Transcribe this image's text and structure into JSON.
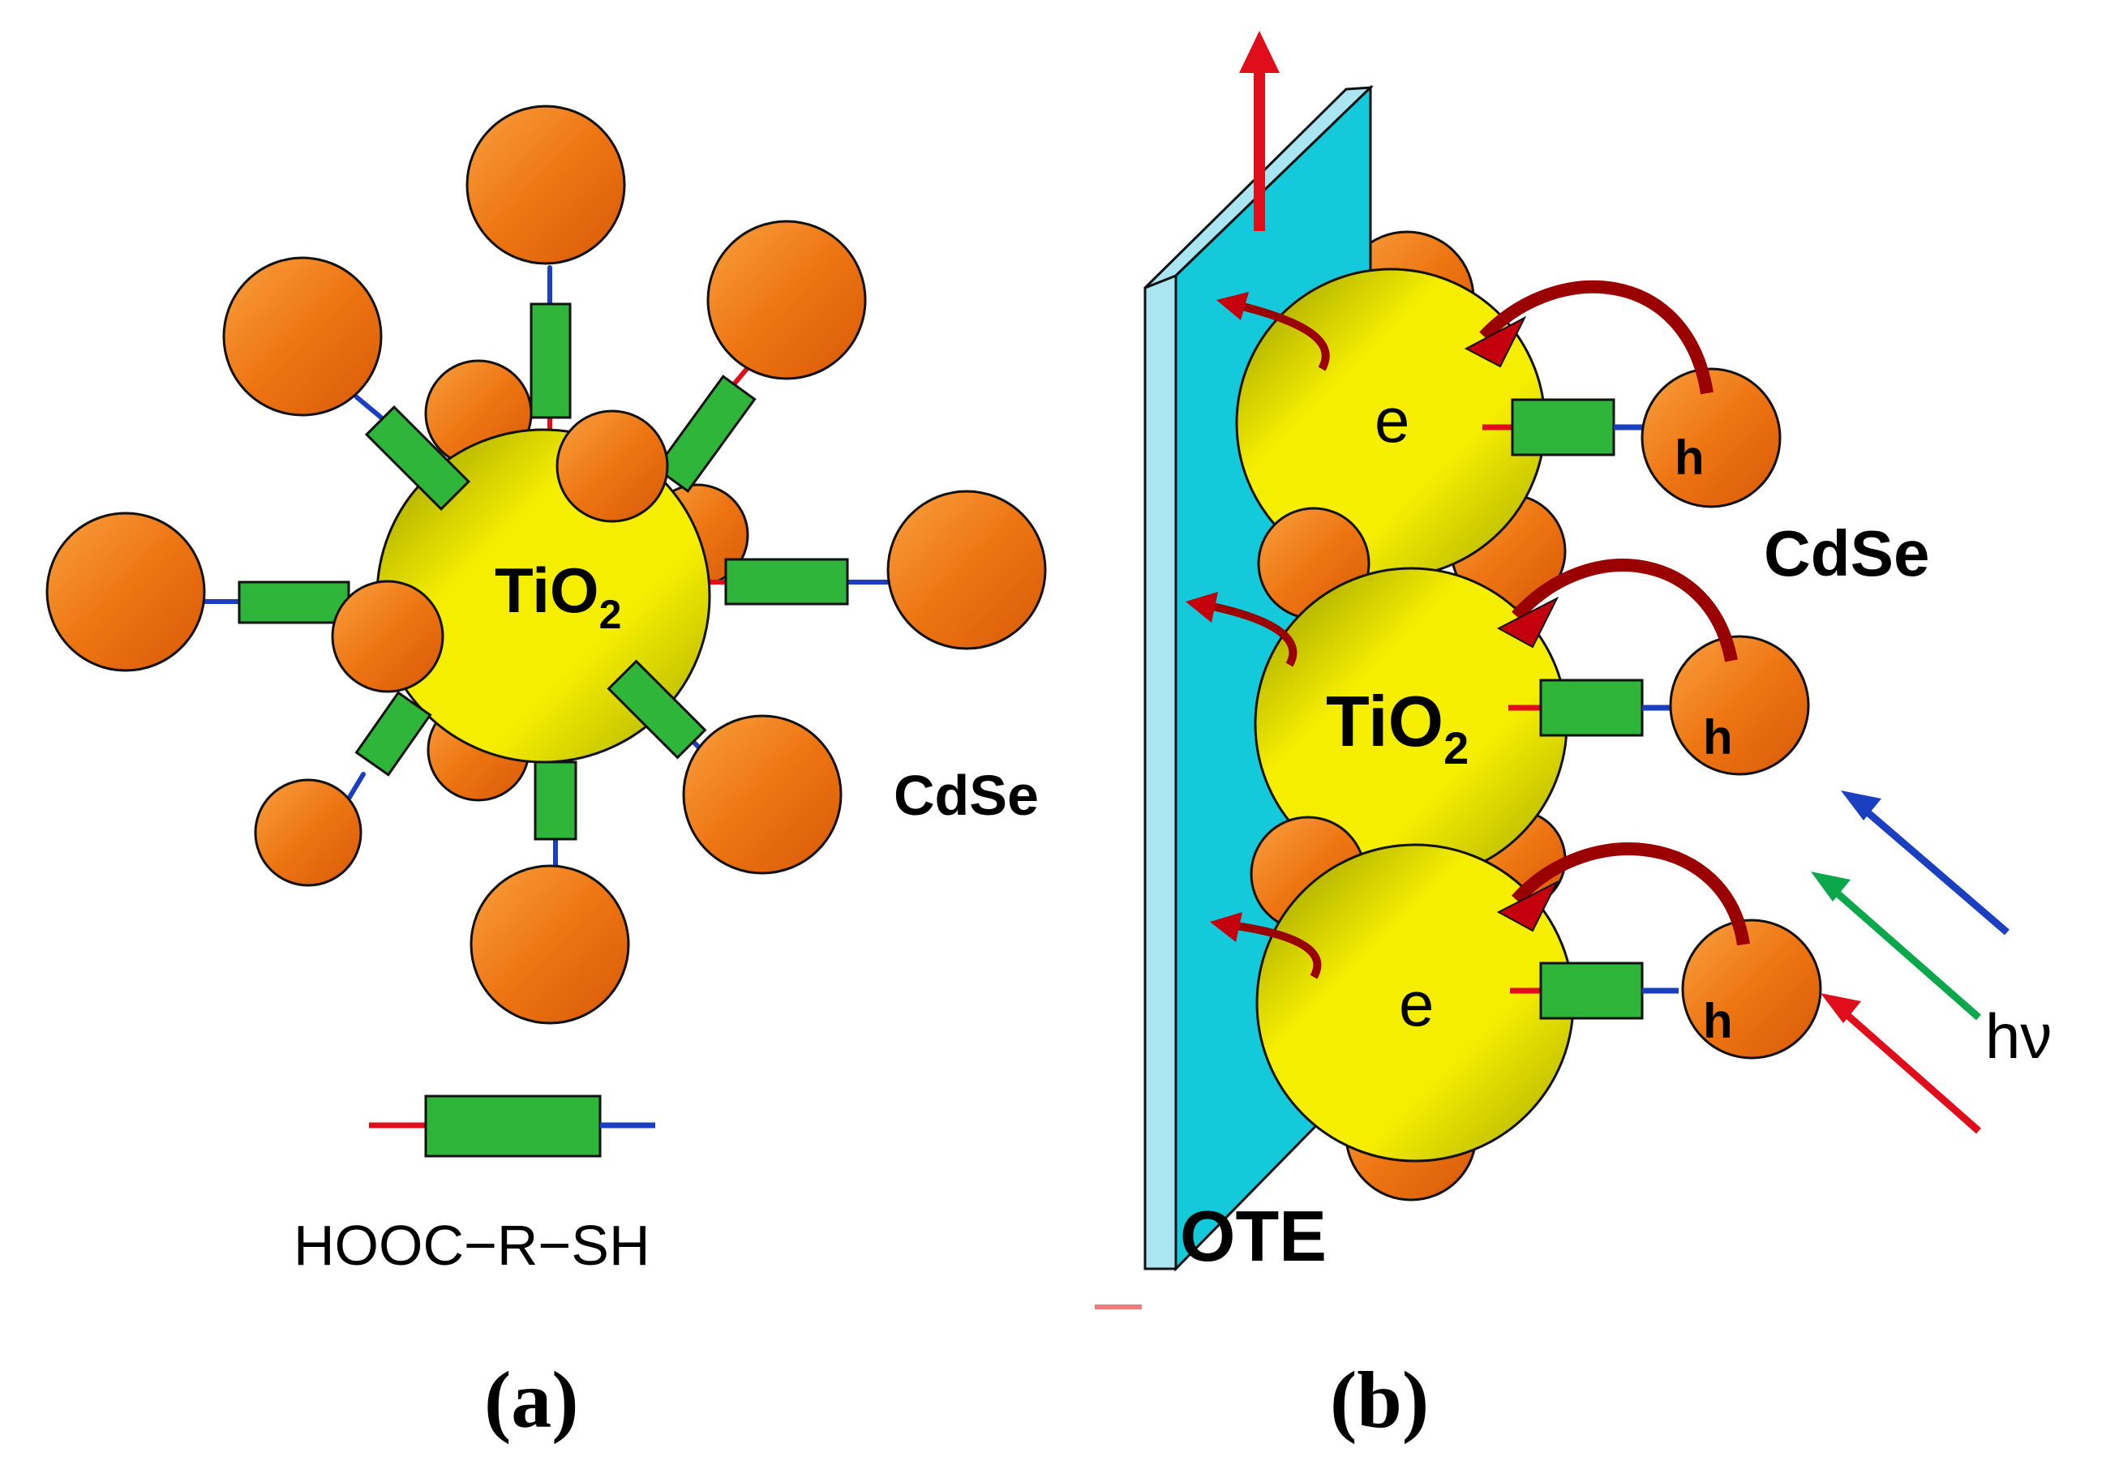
{
  "panel_a": {
    "core_label": "TiO",
    "core_sub": "2",
    "dot_label": "CdSe",
    "linker_label": "HOOC−R−SH",
    "caption": "(a)"
  },
  "panel_b": {
    "electrode_label": "OTE",
    "core_label": "TiO",
    "core_sub": "2",
    "dot_label": "CdSe",
    "electron_label": "e",
    "hole_label": "h",
    "light_label": "hν",
    "caption": "(b)"
  },
  "colors": {
    "cdse": "#f07a1a",
    "tio2": "#f5ec00",
    "linker": "#2fb53a",
    "electrode": "#13c9da",
    "red": "#e00d1a",
    "blue": "#1a3fc0",
    "green": "#0aa84a"
  }
}
